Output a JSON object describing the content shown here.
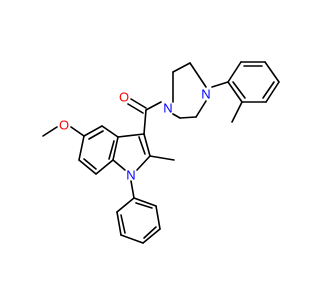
{
  "molecule": {
    "atoms": {
      "carbonyl_oxygen": {
        "label": "O",
        "color": "#ff0000"
      },
      "methoxy_oxygen": {
        "label": "O",
        "color": "#ff0000"
      },
      "piperazine_n1": {
        "label": "N",
        "color": "#0000ff"
      },
      "piperazine_n4": {
        "label": "N",
        "color": "#0000ff"
      },
      "indole_n": {
        "label": "N",
        "color": "#0000ff"
      }
    },
    "bond_color": "#000000"
  }
}
